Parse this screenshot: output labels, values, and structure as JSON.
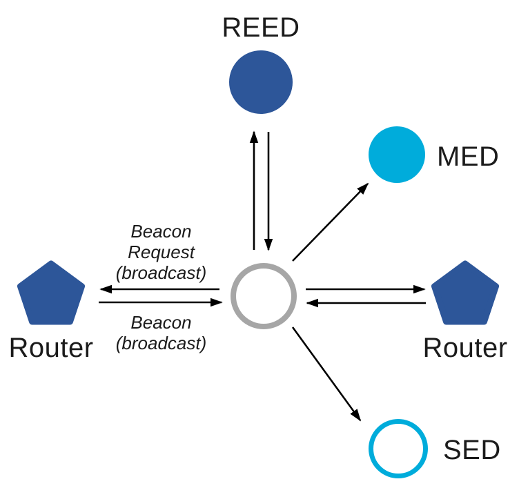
{
  "diagram": {
    "nodes": {
      "reed": {
        "label": "REED",
        "shape": "filled-circle",
        "color": "#2D5699"
      },
      "med": {
        "label": "MED",
        "shape": "filled-circle",
        "color": "#00ACDB"
      },
      "router_left": {
        "label": "Router",
        "shape": "pentagon",
        "color": "#2D5699"
      },
      "router_right": {
        "label": "Router",
        "shape": "pentagon",
        "color": "#2D5699"
      },
      "joiner": {
        "label": "",
        "shape": "outline-circle",
        "color": "#A6A6A6"
      },
      "sed": {
        "label": "SED",
        "shape": "outline-circle",
        "color": "#00ACDB"
      }
    },
    "edge_labels": {
      "beacon_request": "Beacon\nRequest\n(broadcast)",
      "beacon": "Beacon\n(broadcast)"
    },
    "arrow_color": "#000000"
  }
}
